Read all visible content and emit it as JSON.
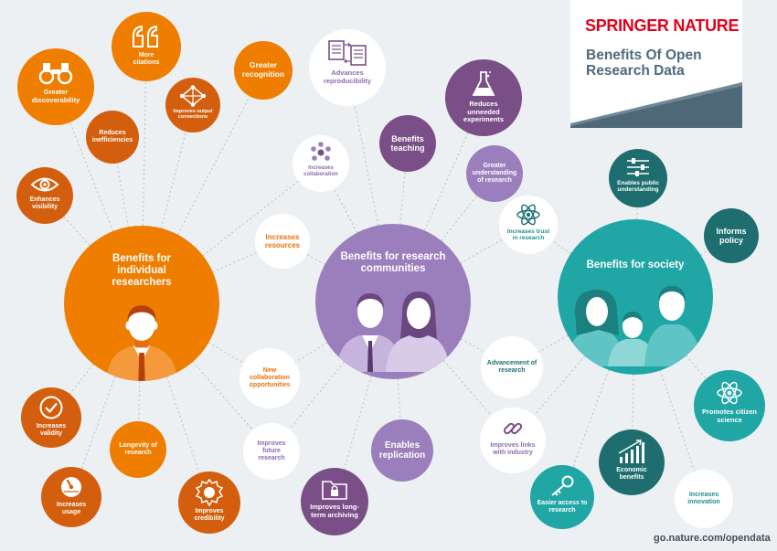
{
  "header": {
    "brand": "SPRINGER NATURE",
    "title": "Benefits Of Open Research Data"
  },
  "footer": {
    "url": "go.nature.com/opendata"
  },
  "colors": {
    "orange": "#ee7d00",
    "dark_orange": "#d35f0e",
    "purple": "#9b7fbd",
    "dark_purple": "#7a4f87",
    "teal": "#21a6a6",
    "dark_teal": "#1e6e70",
    "brand_red": "#e2001a",
    "title_slate": "#4d6a7e"
  },
  "hubs": {
    "individual": "Benefits for individual researchers",
    "communities": "Benefits for research communities",
    "society": "Benefits for society"
  },
  "individual_benefits": {
    "greater_discoverability": "Greater discoverability",
    "more_citations": "More citations",
    "greater_recognition": "Greater recognition",
    "improves_output_connections": "Improves output connections",
    "reduces_inefficiencies": "Reduces inefficiencies",
    "enhances_visibility": "Enhances visibility",
    "increases_validity": "Increases validity",
    "longevity_of_research": "Longevity of research",
    "increases_usage": "Increases usage",
    "improves_credibility": "Improves credibility"
  },
  "shared_benefits": {
    "increases_resources": "Increases resources",
    "new_collaboration_opportunities": "New collaboration opportunities",
    "improves_future_research": "Improves future research",
    "increases_collaboration": "Increases collaboration"
  },
  "community_benefits": {
    "advances_reproducibility": "Advances reproducibility",
    "benefits_teaching": "Benefits teaching",
    "reduces_unneeded_experiments": "Reduces unneeded experiments",
    "greater_understanding_of_research": "Greater understanding of research",
    "increases_trust_in_research": "Increases trust in research",
    "enables_replication": "Enables replication",
    "improves_long_term_archiving": "Improves long-term archiving"
  },
  "society_benefits": {
    "enables_public_understanding": "Enables public understanding",
    "informs_policy": "Informs policy",
    "advancement_of_research": "Advancement of research",
    "improves_links_with_industry": "Improves links with industry",
    "promotes_citizen_science": "Promotes citizen science",
    "easier_access_to_research": "Easier access to research",
    "economic_benefits": "Economic benefits",
    "increases_innovation": "Increases innovation"
  }
}
